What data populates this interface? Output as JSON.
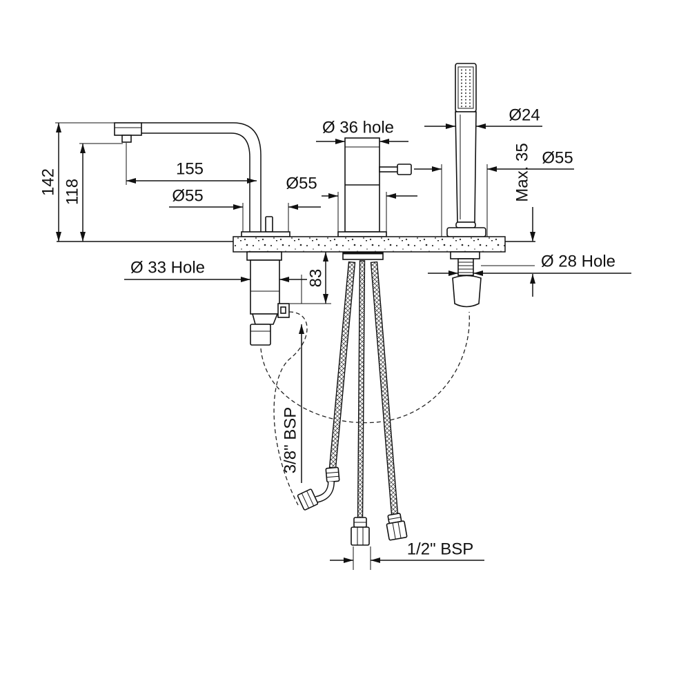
{
  "labels": {
    "height_142": "142",
    "height_118": "118",
    "spout_reach": "155",
    "spout_base_dia": "Ø55",
    "mixer_base_dia": "Ø55",
    "mixer_hole": "Ø 36 hole",
    "handshower_dia": "Ø24",
    "handshower_max": "Max. 35",
    "handshower_base_dia": "Ø55",
    "spout_hole": "Ø 33 Hole",
    "shank_depth": "83",
    "handshower_hole": "Ø 28 Hole",
    "connection_small": "3/8\" BSP",
    "connection_large": "1/2\" BSP"
  },
  "colors": {
    "line": "#111111",
    "background": "#ffffff"
  }
}
